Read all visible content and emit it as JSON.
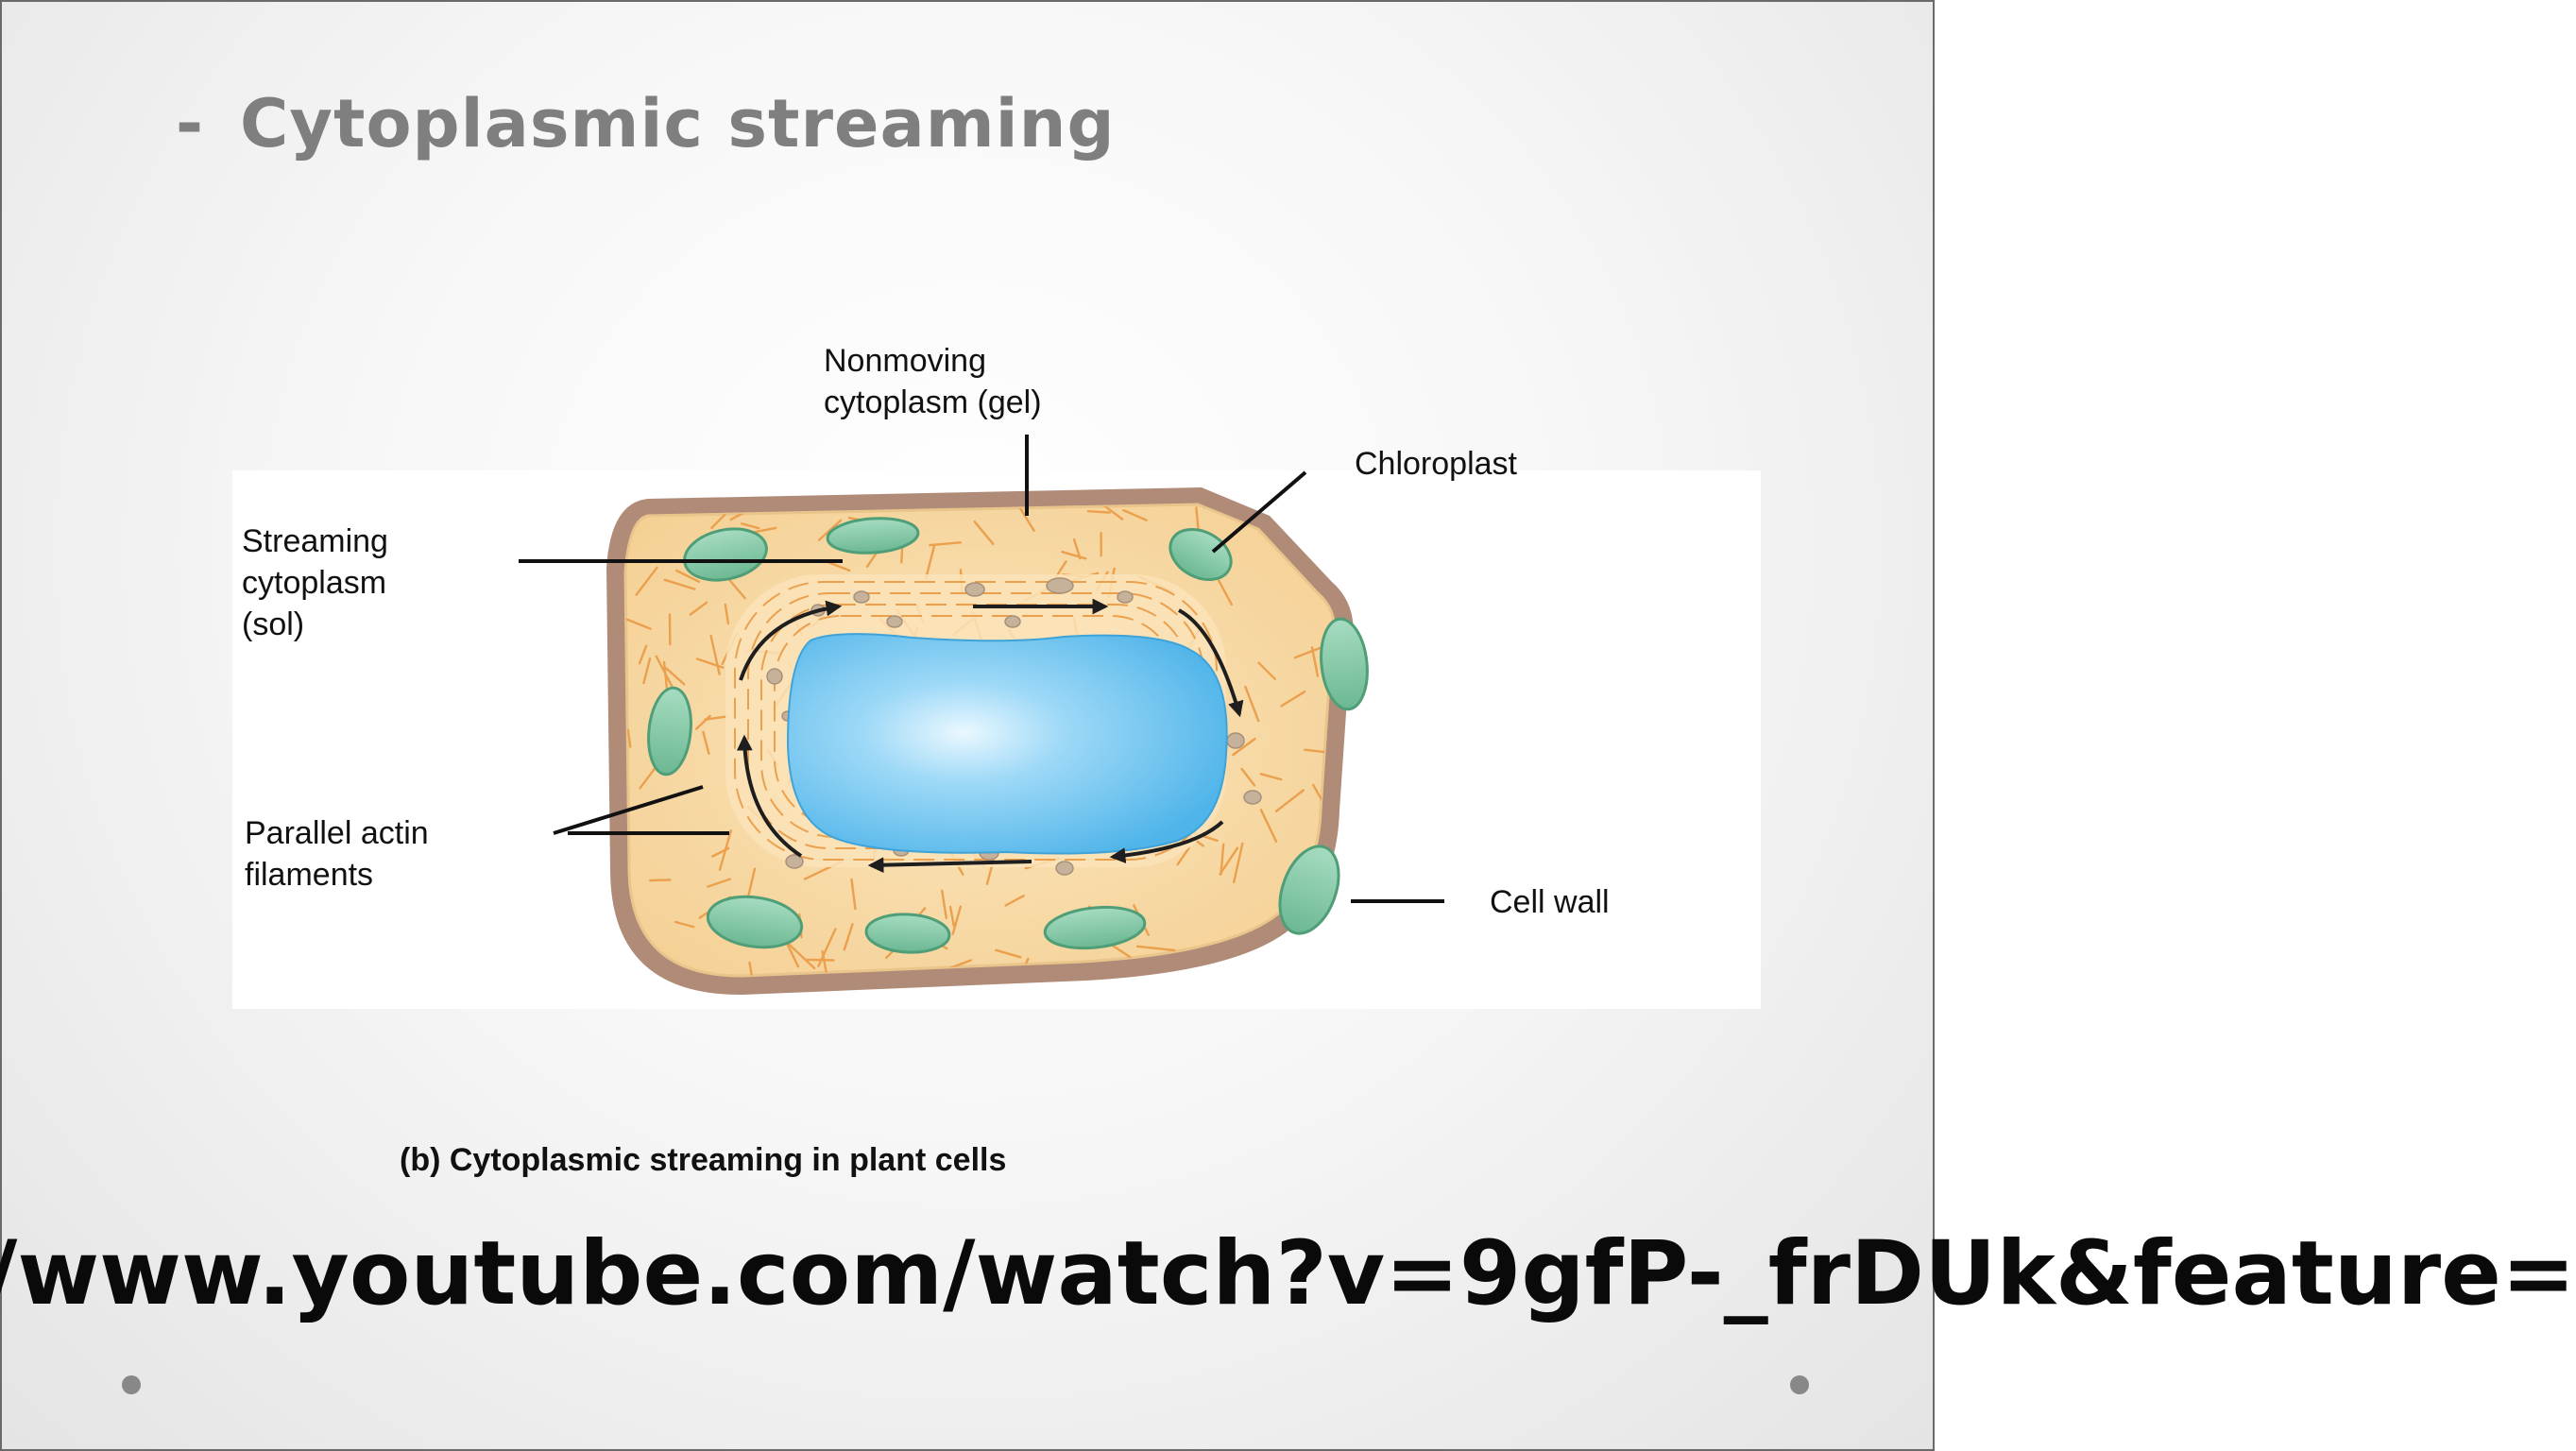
{
  "slide": {
    "title_bullet": "-",
    "title": "Cytoplasmic streaming",
    "caption": "(b) Cytoplasmic streaming in plant cells",
    "url": "/www.youtube.com/watch?v=9gfP-_frDUk&feature="
  },
  "diagram": {
    "labels": {
      "nonmoving": "Nonmoving\ncytoplasm (gel)",
      "chloroplast": "Chloroplast",
      "streaming": "Streaming\ncytoplasm\n(sol)",
      "actin": "Parallel actin\nfilaments",
      "cell_wall": "Cell wall"
    },
    "colors": {
      "cell_wall": "#b08b78",
      "cytoplasm": "#f7d59c",
      "filaments": "#eba04e",
      "chloroplast": "#80c4a2",
      "vacuole": "#63bfee",
      "arrows": "#1e1e1e"
    }
  }
}
